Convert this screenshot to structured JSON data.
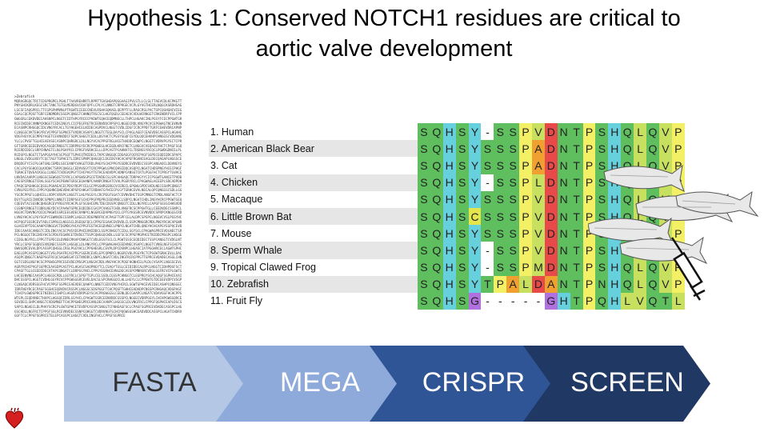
{
  "title": {
    "line1": "Hypothesis 1: Conserved NOTCH1 residues are critical to",
    "line2": "aortic valve development"
  },
  "fasta_text": {
    "header": ">Zebrafish",
    "sequence": "MQRAGRGQCTRCTCDSPRGMCLPGHLTTAAVREHRRTLRPRTTGVGHEAPQGGAAGIPVLSTLLCLSLTTAEVCDLKCPKGTTPNYGHCKDRLKEGCSRCTANCTGTGLMERDGVCRAFQPFLCPLYCLNNGTCRPRGECVCPLGYVGTHCERLNQGCKSRDHSAGLSCSFIAQGPRCLTTCGPGPHMVNLPTRGWTEIEEECNEVLRSHASQKAELQEPPTFLLRAGCRSLPACTSPCQGHGHCVIEGGSALCQCPQSFTGRFCENDMDRCSSGPCQNGGTCHNNQTRSCSCLHGFQGDLCEEAEVCVDLWCRNGGTCRKENDRFVCLCPPGWGGRLCEKDVDECAHSNPCLNGGTCIDTHPGYRCECPVDWTGQHCEQDMNECLLTHPCLHGAKCINLPGSYFCECPPGWTGRRCEINIDECVNNPCKNGGTCEDGINGYLCICPEGFRGTRCEENVDDCRPSPCLNGGECRDLVNGYRCVCEPGWAGTNCEVNVNECASNPCRHGGQCIDLVNGYRCACLTGYHGEHCELNIDECAGPDVCLNGGTCVDLIDGFICRCPPDFTGRFCEHEVDRCAPNPCLNGGSCVKTEHGYRCVCPPGFSGPNCETVVDRCASAPCLNGGTCTEGLDAYSCLCPAGLAGEFCEAEVDECASSPCLHGAHCVDGFHSYVCECMPGYAGETCEVNVDDCFSQPCSHGGTCEDLLDGYHCTCPSGYSGQFCEYDLQQCEHVHPCHNGGSCVDQANGYLCLCPVGFTGLHCEAEVSECASNPCQHRGRCLDLLNGYVCACPPGFRGLHCETHADDCEQWPCLNGGTCVDRVPGYECTCPRGFTGRRCEEEEDVVQCASGDCRNGGTCIDRPRGYECRCPPGWEGLHCEGDLKRCFNETCLNGGVCVEQAGGYHCTCPAGFSGQRCERDIDECLSRPCHNAGTCLNLPGHYRCLCPRGFVGRHCELLLDPCASTPCAHNATCLTRGNGSYRCQCLPGWDGDNCELPLRCDSPCLNGGTCTSAPGGAYHCSCPSGFTGPHCQTNIDECLTKPCSNGGQCIDEAGGFQCRCPAGFSGPECEQDIDDCSPAPCLNGGLCVDGLNSYTCQCTAGFTGPHCETLIDRCSPNPCQHGGQCLDGIDGYHCACAPGFRGANCEAGLDECQAGAPLNGGSCEDRQDGFYCSCPLGHTGNLCEMDLSECEANPCVHGGTCRDLPHGYSCHCPPGYEGDRCEVDVDECSSSPCANGAQCLDQVNGYSCACLPGYSGHQCQLKVDHCTSRPCQHGGLCEDVVGGYTCRCPPGWLGPNCQHSIDQCASQPCLNGATCHDSPNGYHCECPHGFTGRHCETQVEACKSGLCLNGGTCVDGVQPGYTCHCPAGYTGTHCEADVDPCADNPCANSGTCRTLPGGFHCTCPRGYTGVHCELNVDACAARPCLNGGSCSEWGQGTSYRCLCAPGWSGPSCETDVDECSLSPCAHGAQCTDRPAGYYCICPSGWTGANCETPVDDCAESPCRNGGTCRALSGGYSCHCPEHWTGRSCEQAANPCAANPCRNGATCVALPGGRYRCLCPAGWAGLHCEEPLSRCADPDHCPAQCSPGHHGSCQSGLPGHAEACECPDGYRGPFCELGCPPGGHRGSRGCVCERECLGPGWLGPDCSVDLNECGSHPCQNGGTCVNLPGSYRCLCPPGYQGHNCQHEVDHCHPSPCHHGATCRDHAFGYHCECPLGYTGRHCEVVLNECALQPCQNGGSCSDLLGGYSCRCPPGFLGQHCELLVDPCVRSPCLNGGTCLHLPSGSYLCRCPEGFSGATCEVNVDHCTSSPCMNGGTCMDLANGFHCTCPDGYTGLRCEINVDDCSPNPCLNNGTCIDRPSGFSCHCPPGFMGPRCEEDVNECLSDPCLNGATCHDLINGYHCRCPPGWTGEQCQEEVTACSGSNCQHGGRCEVYRGGYRCHCPLGFSGSHCEMLTDECDGSPCQNGGTCIDLLNGYRCLCAPGFSGSSCHHSVDDCGSNPCRNGGTCQDRLNGYDCVCPAAWTGPRCEQDIDECGAIPCVHGGTCHDLVNGFRCSCPPGHTGLLCEEDVDECSSNPCLHGGVCTDHVNGYQCQCPHGWIGSRCEEGVDECRANPCLNGGRCEDAPNGYQCLCPTGYKGSRCEVNVDDCSPRPCKNGGSCRDLVNGYHCACLPGYSGPYCEWNVDECSSNPCLHGGICVDGPNRFRCVCPAGFTGPFCELALDPCSPSPCLNGGVCVSLPGSYHCHCPQGFSGSRCEVTADLCSPRGCLNGGSCLDSEQGFQCLCPPGFEGAHCEVDVDLCLSSPCMNGGRCMDLPNGYRCHCAPGWRGLHCEVPTDSCAAHPCRNGGVCTDGMDGYHCACPPGFEGTHCEGDVNECLPNPCLNGATCHDLQNGYHCHCAPGYEGPQCEVDIDECAAASCANGGTCIDLINGYACSCPVGYEGPHCEVNIDDCLSSPCRHGGTCIDLLSGYSCLCPAGWAGPRCEVDLNECTSRPCLNGGQCTDGINSYHCSCPDGFEGHRCETDVDECTSSPCQHGGQCHDLLSGFSCSCPPGFMGPHCETNIDDCMSGPCLNGGECIDGLNGYRCLCPPGTTGPECQLDVNECMAAPCNHGGTCVDLEGSFSCLCLPGWTGSSCEQDIDECTSSPCANGGTCVDGLNTYRCLCSPGFSGQRCEVNINECSSSPCLHGGQCLDLANGYRCLCPPGWAGAHCEEDVNECVSAPCLNGGTCVNSLNGFSCHCPSGWVGQRCEVALDPCASSPCQHGGLCRSLPGGYHCLCPPGHEGRLCEVPLDPCDSNPCLHGASCIATPGGHRCECLAGWTGPHCEAELDPCASSPCQHGGTCVSLPGAFRCACPPGYSGERCEVELEPCQPNPCLNGGRCVDLPGGYRCTCPSGWTGRHCEVLLDACASQPCQNGGTCHAEPGGFRCQCSAGWEGAFCETNVDDCLSNPCLNGATCVDLINGFRCRCPPGTTGPRCEVDADECASGLCHNGGTCSDSLNGFHCSCPPGWSGPRCESEVDECMSGPCLNGGVCRDLVNGYHCVCPQGFHGNHCELPLDLCVSAPCLNGGSCEVLAGRYRCHCPVGFSGPRCEAASDPCASTPCLHGASCSAQPNGYTCLCSAGYTGSLCEIDIDECALRPCLNGGTCIDHPDGFSCTCPAGFTGLSCEEDIDECVTAPCQNGATCLDRPGGYNCLCPPGYEGRHCEVNLDECASSPCMNRGRCVDSLGGFRCVCPLGWTGLHCEENVNECAASPCLHGGSCRDLLGGYRCLCSPGFTGPLCELSSDLCGSSPCHNGGTCLEGPRGYSCHCAQGFSGPHCEVAIDHCSSSPCLHGGTCVDHLGGYRCVCPPGWSGGRCEVELDACSLSPCRHGGQCLHLLHGYLCLCPPEWTGTDCEEEVDPCVSGPCLNGAQCVDRSSGFHCVCPPGFSGPRCEAEVDECQAHPCLNNGTCEDIVNGYHCRCLSGWTGPHCEVEIDECASHPCQNSGECIDRFNGYRCECPAGFSGSHCEQDVDVCRSSPCLNGGSCSDSPGGFTCHCPQGFTGHHCEADADPCNSSPCRHGAQCVDGPAGFTCHCPLGWDGPRCETNIDECISHPCLHGGRCVDRPGGYSCACPRGWGGSLCEENLDECGAAPCLNGATCVDAVGGFHCHCPPGWTGPLCEQDVNECTHAPCLHGGQCIDRLGSYHCLCPAGWTGSRCEENVDDCGSSPCLNGGECVDRPGGYLCHCHPGWSGQRCESEVDECLSHPCANGGTCVDGMNEFTCHCPPGWEGPRCEANLDECAANPCLHGGSCLDLVNGFRCLCPPGFQGPHCEAPLDSCSSAPCLNGAECLDLPHAYSCRCPLGWTGPHCETEVDPCASSPCSNGGTCFNHEAGFSCLCPAGFSGPRCEVDADECASGPCLHGGSCHDLLNGFRCTCPPGFSGLRCEVNVDECSSNPCQHGGTCVDRVNGFSCHCPQGWSGSHCEADVDDCASSPCLHGATCHDRVGGFTCLCPPGFSGPRCETELEPCASSPCLHGGTCVDLINGFHCLCPPGFSGPRCE"
  },
  "alignment": [
    {
      "species": "1. Human",
      "residues": [
        "S",
        "Q",
        "H",
        "S",
        "Y",
        "-",
        "S",
        "S",
        "P",
        "V",
        "D",
        "N",
        "T",
        "P",
        "S",
        "H",
        "Q",
        "L",
        "Q",
        "V",
        "P"
      ]
    },
    {
      "species": "2. American Black Bear",
      "residues": [
        "S",
        "Q",
        "H",
        "S",
        "Y",
        "S",
        "S",
        "S",
        "P",
        "A",
        "D",
        "N",
        "T",
        "P",
        "S",
        "H",
        "Q",
        "L",
        "Q",
        "V",
        "P"
      ]
    },
    {
      "species": "3. Cat",
      "residues": [
        "S",
        "Q",
        "H",
        "S",
        "Y",
        "S",
        "S",
        "S",
        "P",
        "A",
        "D",
        "N",
        "T",
        "P",
        "S",
        "H",
        "Q",
        "L",
        "Q",
        "V",
        "P"
      ]
    },
    {
      "species": "4. Chicken",
      "residues": [
        "S",
        "Q",
        "H",
        "S",
        "Y",
        "-",
        "S",
        "S",
        "P",
        "L",
        "D",
        "N",
        "T",
        "P",
        "S",
        "H",
        "Q",
        "L",
        "Q",
        "V",
        "P"
      ]
    },
    {
      "species": "5. Macaque",
      "residues": [
        "S",
        "Q",
        "H",
        "S",
        "Y",
        "S",
        "S",
        "S",
        "P",
        "V",
        "D",
        "N",
        "T",
        "P",
        "S",
        "H",
        "Q",
        "L",
        "Q",
        "V",
        "P"
      ]
    },
    {
      "species": "6. Little Brown Bat",
      "residues": [
        "S",
        "Q",
        "H",
        "S",
        "C",
        "S",
        "S",
        "S",
        "P",
        "V",
        "D",
        "N",
        "T",
        "P",
        "S",
        "H",
        "Q",
        "L",
        "Q",
        "V",
        "P"
      ]
    },
    {
      "species": "7. Mouse",
      "residues": [
        "S",
        "Q",
        "H",
        "S",
        "Y",
        "S",
        "S",
        "S",
        "P",
        "V",
        "D",
        "N",
        "T",
        "P",
        "S",
        "H",
        "Q",
        "L",
        "Q",
        "V",
        "P"
      ]
    },
    {
      "species": "8. Sperm Whale",
      "residues": [
        "S",
        "Q",
        "H",
        "S",
        "Y",
        "-",
        "S",
        "S",
        "P",
        "V",
        "D",
        "N",
        "T",
        "P",
        "S",
        "H",
        "Q",
        "L",
        "Q",
        "V",
        "P"
      ]
    },
    {
      "species": "9. Tropical Clawed Frog",
      "residues": [
        "S",
        "Q",
        "H",
        "S",
        "Y",
        "-",
        "S",
        "S",
        "P",
        "M",
        "D",
        "N",
        "T",
        "P",
        "S",
        "H",
        "Q",
        "L",
        "Q",
        "V",
        "P"
      ]
    },
    {
      "species": "10. Zebrafish",
      "residues": [
        "S",
        "Q",
        "H",
        "S",
        "Y",
        "T",
        "P",
        "A",
        "L",
        "D",
        "A",
        "N",
        "T",
        "P",
        "N",
        "H",
        "Q",
        "L",
        "Q",
        "V",
        "P"
      ]
    },
    {
      "species": "11. Fruit Fly",
      "residues": [
        "S",
        "Q",
        "H",
        "S",
        "G",
        "-",
        "-",
        "-",
        "-",
        "-",
        "G",
        "H",
        "T",
        "P",
        "Q",
        "H",
        "L",
        "V",
        "Q",
        "T",
        "L"
      ]
    }
  ],
  "residue_colors": {
    "S": "#5fbf5f",
    "T": "#5fbf5f",
    "Q": "#5fbf5f",
    "N": "#5fbf5f",
    "H": "#66d0dd",
    "Y": "#66d0dd",
    "C": "#e4e44c",
    "G": "#b070e0",
    "P": "#f4f066",
    "A": "#f0a030",
    "V": "#c8e060",
    "L": "#c8e060",
    "M": "#c8e060",
    "D": "#e84a4a",
    "-": "#ffffff"
  },
  "workflow": [
    {
      "label": "FASTA",
      "fill": "#b4c8e6",
      "text": "#333333"
    },
    {
      "label": "MEGA",
      "fill": "#8eaadb",
      "text": "#ffffff"
    },
    {
      "label": "CRISPR",
      "fill": "#2f5597",
      "text": "#ffffff"
    },
    {
      "label": "SCREEN",
      "fill": "#1f3864",
      "text": "#ffffff"
    }
  ]
}
